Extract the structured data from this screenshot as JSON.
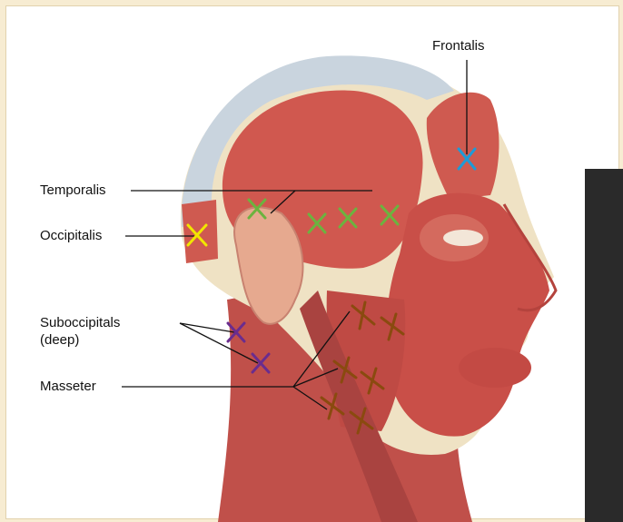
{
  "labels": {
    "frontalis": "Frontalis",
    "temporalis": "Temporalis",
    "occipitalis": "Occipitalis",
    "suboccipitals_line1": "Suboccipitals",
    "suboccipitals_line2": "(deep)",
    "masseter": "Masseter"
  },
  "colors": {
    "frontalis_marker": "#1e9bd7",
    "temporalis_marker": "#6cb33f",
    "occipitalis_marker": "#f2e600",
    "suboccipitals_marker": "#6a2c8e",
    "masseter_marker": "#8a4a0f",
    "muscle": "#c8504a",
    "tendon": "#c9d4de",
    "bone": "#efe2c4",
    "skin": "#e6a98f",
    "background": "#f7ecd2"
  }
}
